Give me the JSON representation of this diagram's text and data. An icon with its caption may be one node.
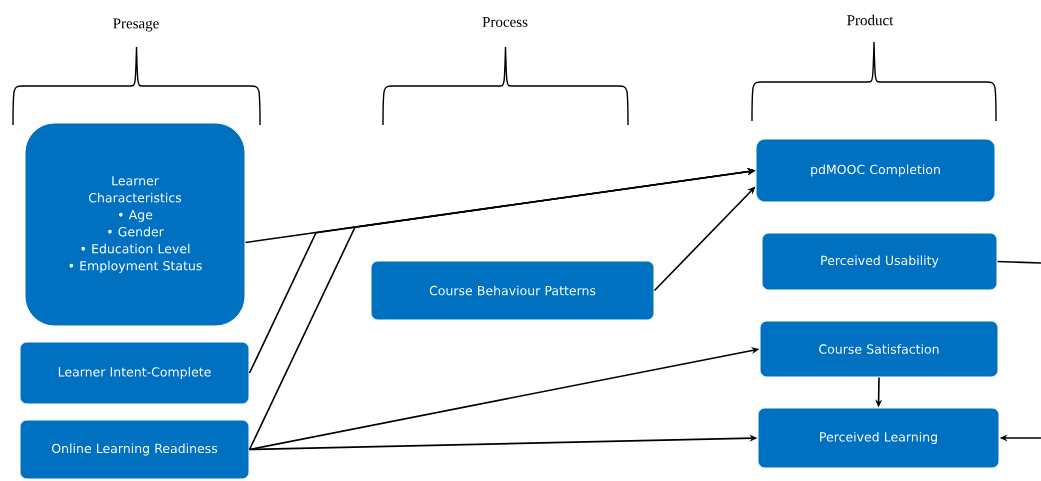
{
  "diagram": {
    "nodes": [
      {
        "text": [
          "Learner Characteristics",
          "•   Age",
          "•   Gender",
          "•   Education Level",
          "•   Employment Status"
        ]
      },
      {
        "text": [
          "Learner Intent-Complete"
        ]
      },
      {
        "text": [
          "Online Learning Readiness"
        ]
      },
      {
        "text": [
          "Course Behaviour Patterns"
        ]
      },
      {
        "text": [
          "pdMOOC Completion"
        ]
      },
      {
        "text": [
          "Perceived Usability"
        ]
      },
      {
        "text": [
          "Course Satisfaction"
        ]
      },
      {
        "text": [
          "Perceived Learning"
        ]
      }
    ],
    "edges": [
      {
        "from": 0,
        "to": 4,
        "arrow": "to"
      },
      {
        "from": 1,
        "to": 4,
        "arrow": "to"
      },
      {
        "from": 2,
        "to": 4,
        "arrow": "to"
      },
      {
        "from": 3,
        "to": 4,
        "arrow": "to"
      },
      {
        "from": 2,
        "to": 6,
        "arrow": "to"
      },
      {
        "from": 2,
        "to": 7,
        "arrow": "to"
      },
      {
        "from": 6,
        "to": 7,
        "arrow": "to"
      },
      {
        "from": 5,
        "to": null,
        "arrow": "none"
      },
      {
        "from": null,
        "to": 7,
        "arrow": "to"
      }
    ],
    "labels": [
      "Presage",
      "Process",
      "Product"
    ]
  }
}
